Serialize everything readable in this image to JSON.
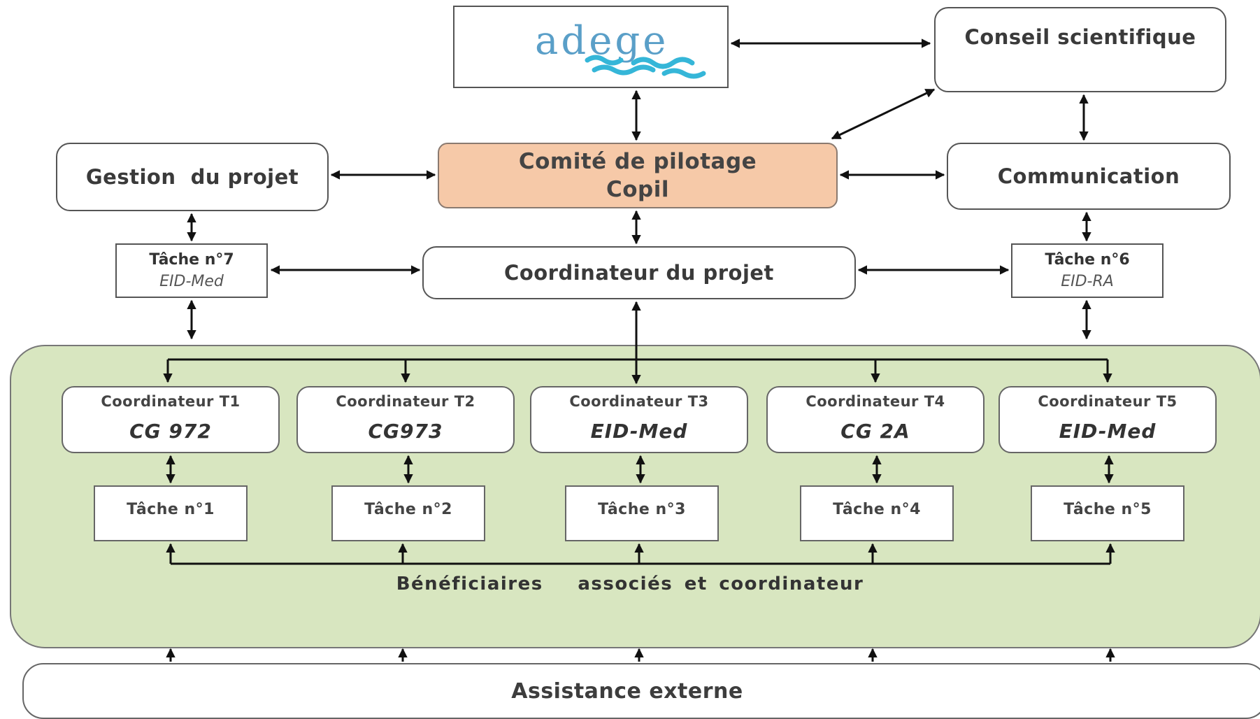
{
  "logo": {
    "text": "adege"
  },
  "conseil": "Conseil scientifique",
  "gestion": "Gestion  du projet",
  "copil": {
    "line1": "Comité de pilotage",
    "line2": "Copil"
  },
  "communication": "Communication",
  "task7": {
    "label": "Tâche n°7",
    "org": "EID-Med"
  },
  "coordinateur": "Coordinateur du projet",
  "task6": {
    "label": "Tâche n°6",
    "org": "EID-RA"
  },
  "coordinators": [
    {
      "label": "Coordinateur T1",
      "org": "CG 972"
    },
    {
      "label": "Coordinateur T2",
      "org": "CG973"
    },
    {
      "label": "Coordinateur T3",
      "org": "EID-Med"
    },
    {
      "label": "Coordinateur T4",
      "org": "CG 2A"
    },
    {
      "label": "Coordinateur T5",
      "org": "EID-Med"
    }
  ],
  "tasks": [
    "Tâche n°1",
    "Tâche n°2",
    "Tâche n°3",
    "Tâche n°4",
    "Tâche n°5"
  ],
  "beneficiaires": "Bénéficiaires   associés et coordinateur",
  "assistance": "Assistance externe",
  "colors": {
    "copil_fill": "#f6c9a8",
    "green_zone": "#d8e6c0",
    "logo_blue": "#5a9fc8"
  }
}
